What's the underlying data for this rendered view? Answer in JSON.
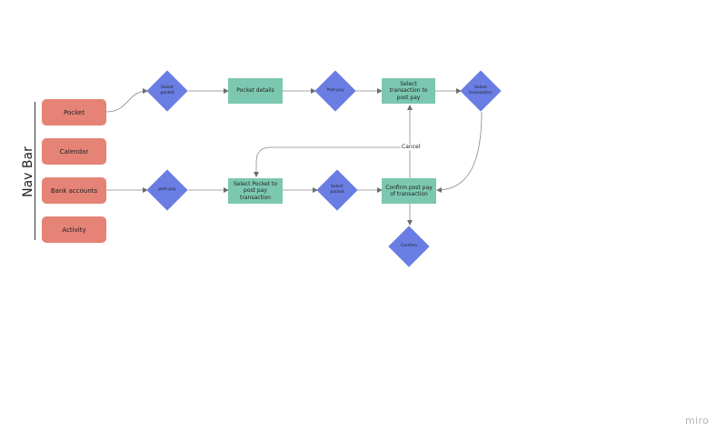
{
  "nav": {
    "title": "Nav Bar",
    "items": [
      "Pocket",
      "Calendar",
      "Bank accounts",
      "Activity"
    ]
  },
  "nodes": {
    "select_pocket_top": "Select pocket",
    "pocket_details": "Pocket details",
    "post_pay_top": "Post pay",
    "select_transaction_to_post_pay": "Select transaction to post pay",
    "select_transaction": "Select transaction",
    "post_pay_bottom": "post pay",
    "select_pocket_to_post_pay_transaction": "Select Pocket to post pay transaction",
    "select_pocket_bottom": "Select pocket",
    "confirm_post_pay_of_transaction": "Confirm post pay of transaction",
    "confirm": "Confirm"
  },
  "edges": {
    "cancel_label": "Cancel"
  },
  "colors": {
    "nav_button": "#e58376",
    "process_box": "#7cc7b0",
    "decision_diamond": "#6a7de3",
    "connector": "#8a8a8a"
  },
  "watermark": "miro"
}
